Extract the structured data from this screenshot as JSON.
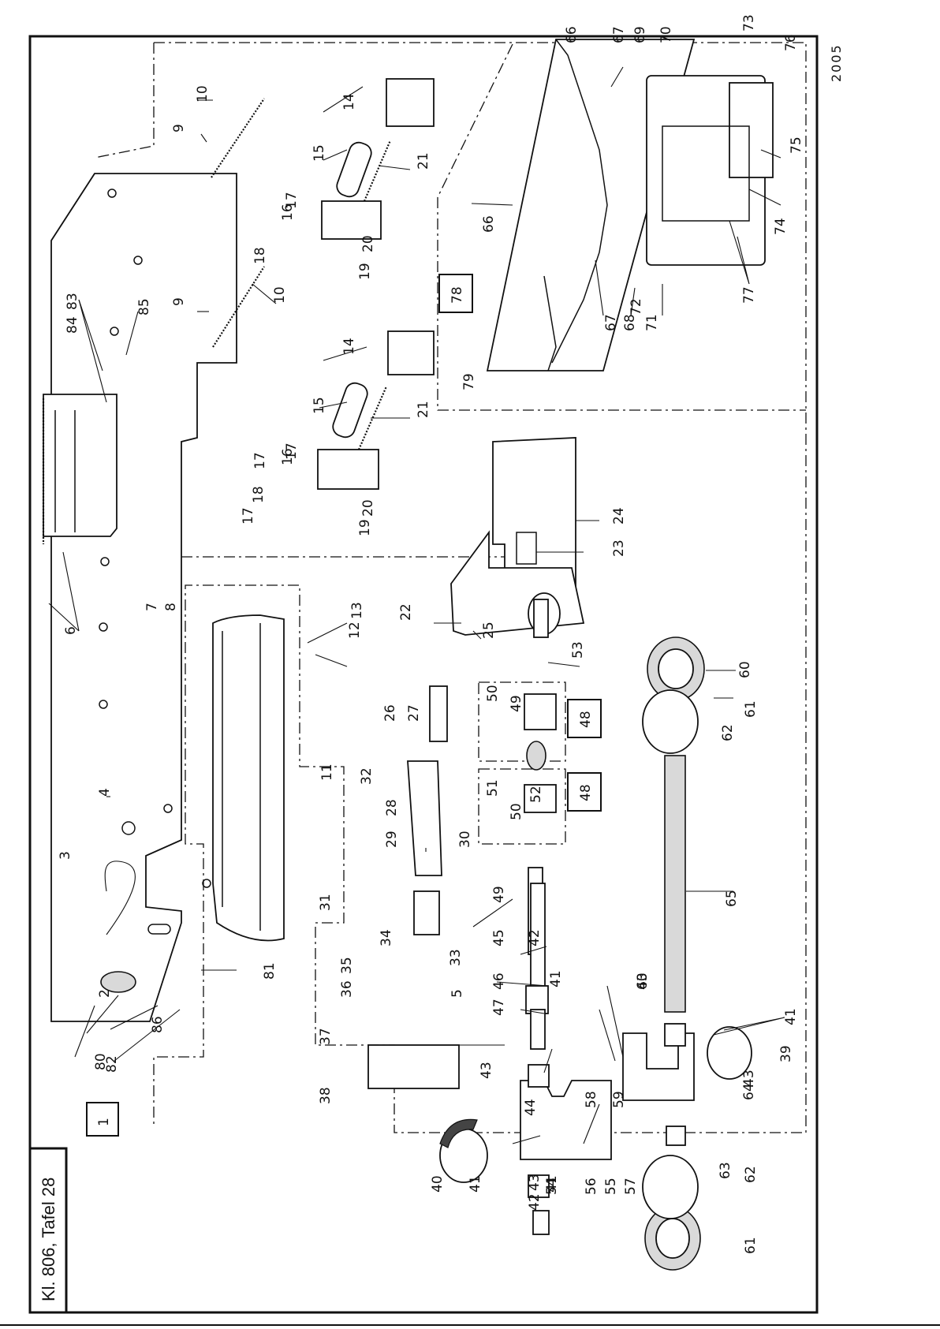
{
  "title": "Kl. 806, Tafel 28",
  "code": "2005",
  "boxed_labels": [
    "1",
    "78",
    "48",
    "48"
  ],
  "part_labels": [
    "2",
    "3",
    "4",
    "5",
    "6",
    "7",
    "8",
    "9",
    "9",
    "10",
    "10",
    "11",
    "12",
    "13",
    "14",
    "14",
    "15",
    "15",
    "16",
    "16",
    "17",
    "17",
    "17",
    "17",
    "18",
    "18",
    "19",
    "19",
    "20",
    "20",
    "21",
    "21",
    "22",
    "23",
    "24",
    "25",
    "26",
    "27",
    "28",
    "29",
    "30",
    "31",
    "32",
    "33",
    "34",
    "35",
    "36",
    "37",
    "38",
    "39",
    "40",
    "41",
    "41",
    "41",
    "41",
    "42",
    "42",
    "43",
    "43",
    "43",
    "43",
    "44",
    "45",
    "46",
    "47",
    "49",
    "49",
    "50",
    "50",
    "51",
    "52",
    "53",
    "54",
    "55",
    "56",
    "57",
    "58",
    "59",
    "60",
    "60",
    "61",
    "61",
    "62",
    "62",
    "63",
    "64",
    "65",
    "66",
    "66",
    "67",
    "67",
    "68",
    "69",
    "70",
    "71",
    "72",
    "73",
    "74",
    "75",
    "76",
    "77",
    "79",
    "80",
    "81",
    "82",
    "83",
    "84",
    "85",
    "86"
  ]
}
